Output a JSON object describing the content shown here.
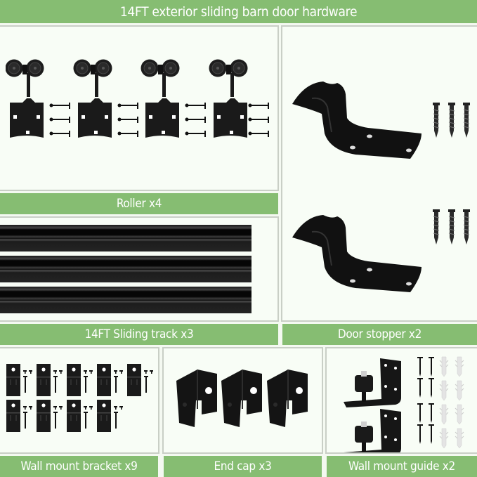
{
  "title": "14FT exterior sliding barn door hardware",
  "colors": {
    "band": "#86bd72",
    "band_text": "#ffffff",
    "panel_bg": "#f8fdf6",
    "panel_border": "#c9cfc6",
    "hardware": "#111111"
  },
  "panels": {
    "roller": {
      "label": "Roller x4",
      "count": 4,
      "icon": "roller-icon"
    },
    "track": {
      "label": "14FT Sliding track x3",
      "count": 3,
      "icon": "track-rail-icon"
    },
    "stopper": {
      "label": "Door stopper x2",
      "count": 2,
      "icon": "door-stopper-icon"
    },
    "bracket": {
      "label": "Wall mount bracket x9",
      "count": 9,
      "icon": "wall-bracket-icon"
    },
    "endcap": {
      "label": "End cap x3",
      "count": 3,
      "icon": "end-cap-icon"
    },
    "guide": {
      "label": "Wall mount guide x2",
      "count": 2,
      "icon": "floor-guide-icon"
    }
  }
}
